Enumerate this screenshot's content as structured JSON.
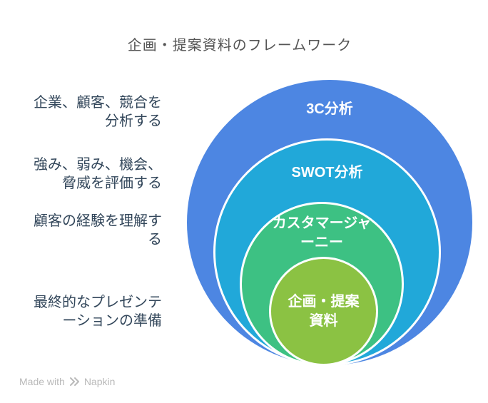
{
  "title": "企画・提案資料のフレームワーク",
  "colors": {
    "title_text": "#555555",
    "annotation_text": "#33475b",
    "circle_label_text": "#ffffff",
    "circle_border": "#ffffff",
    "footer_text": "#b9b9b9",
    "level_blue": "#4d86e2",
    "level_cyan": "#21a8d9",
    "level_green": "#3dc183",
    "level_lime": "#8bc243"
  },
  "diagram": {
    "type": "nested-circles",
    "levels": [
      {
        "label": "3C分析",
        "color": "#4d86e2",
        "annotation": "企業、顧客、競合を\n分析する"
      },
      {
        "label": "SWOT分析",
        "color": "#21a8d9",
        "annotation": "強み、弱み、機会、\n脅威を評価する"
      },
      {
        "label": "カスタマージャ\nーニー",
        "color": "#3dc183",
        "annotation": "顧客の経験を理解す\nる"
      },
      {
        "label": "企画・提案\n資料",
        "color": "#8bc243",
        "annotation": "最終的なプレゼンテ\nーションの準備"
      }
    ]
  },
  "footer": {
    "made_with": "Made with",
    "brand": "Napkin",
    "logo_icon": "napkin-logo-icon"
  }
}
